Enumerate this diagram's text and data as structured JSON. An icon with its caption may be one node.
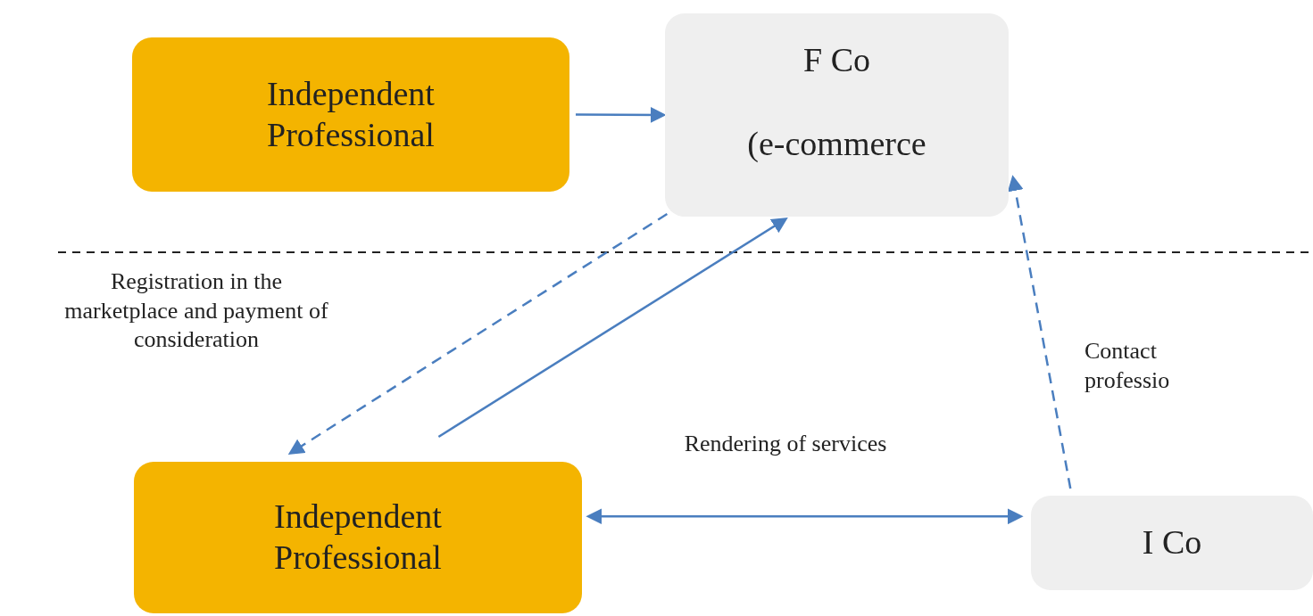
{
  "diagram": {
    "nodes": [
      {
        "text": [
          "Independent Professional"
        ]
      },
      {
        "text": [
          "F Co",
          "(e-commerce"
        ]
      },
      {
        "text": [
          "Independent Professional"
        ]
      },
      {
        "text": [
          "I Co"
        ]
      }
    ],
    "edges": [
      {
        "from": 0,
        "to": 1,
        "arrow": "to"
      },
      {
        "from": 1,
        "to": 2,
        "arrow": "to",
        "style": "dashed",
        "label": "Registration in the marketplace and payment of consideration"
      },
      {
        "from": 2,
        "to": 1,
        "arrow": "to"
      },
      {
        "from": 2,
        "to": 3,
        "arrow": "both",
        "label": "Rendering of services"
      },
      {
        "from": 3,
        "to": 1,
        "arrow": "to",
        "style": "dashed",
        "label": "Contact professio"
      }
    ]
  }
}
